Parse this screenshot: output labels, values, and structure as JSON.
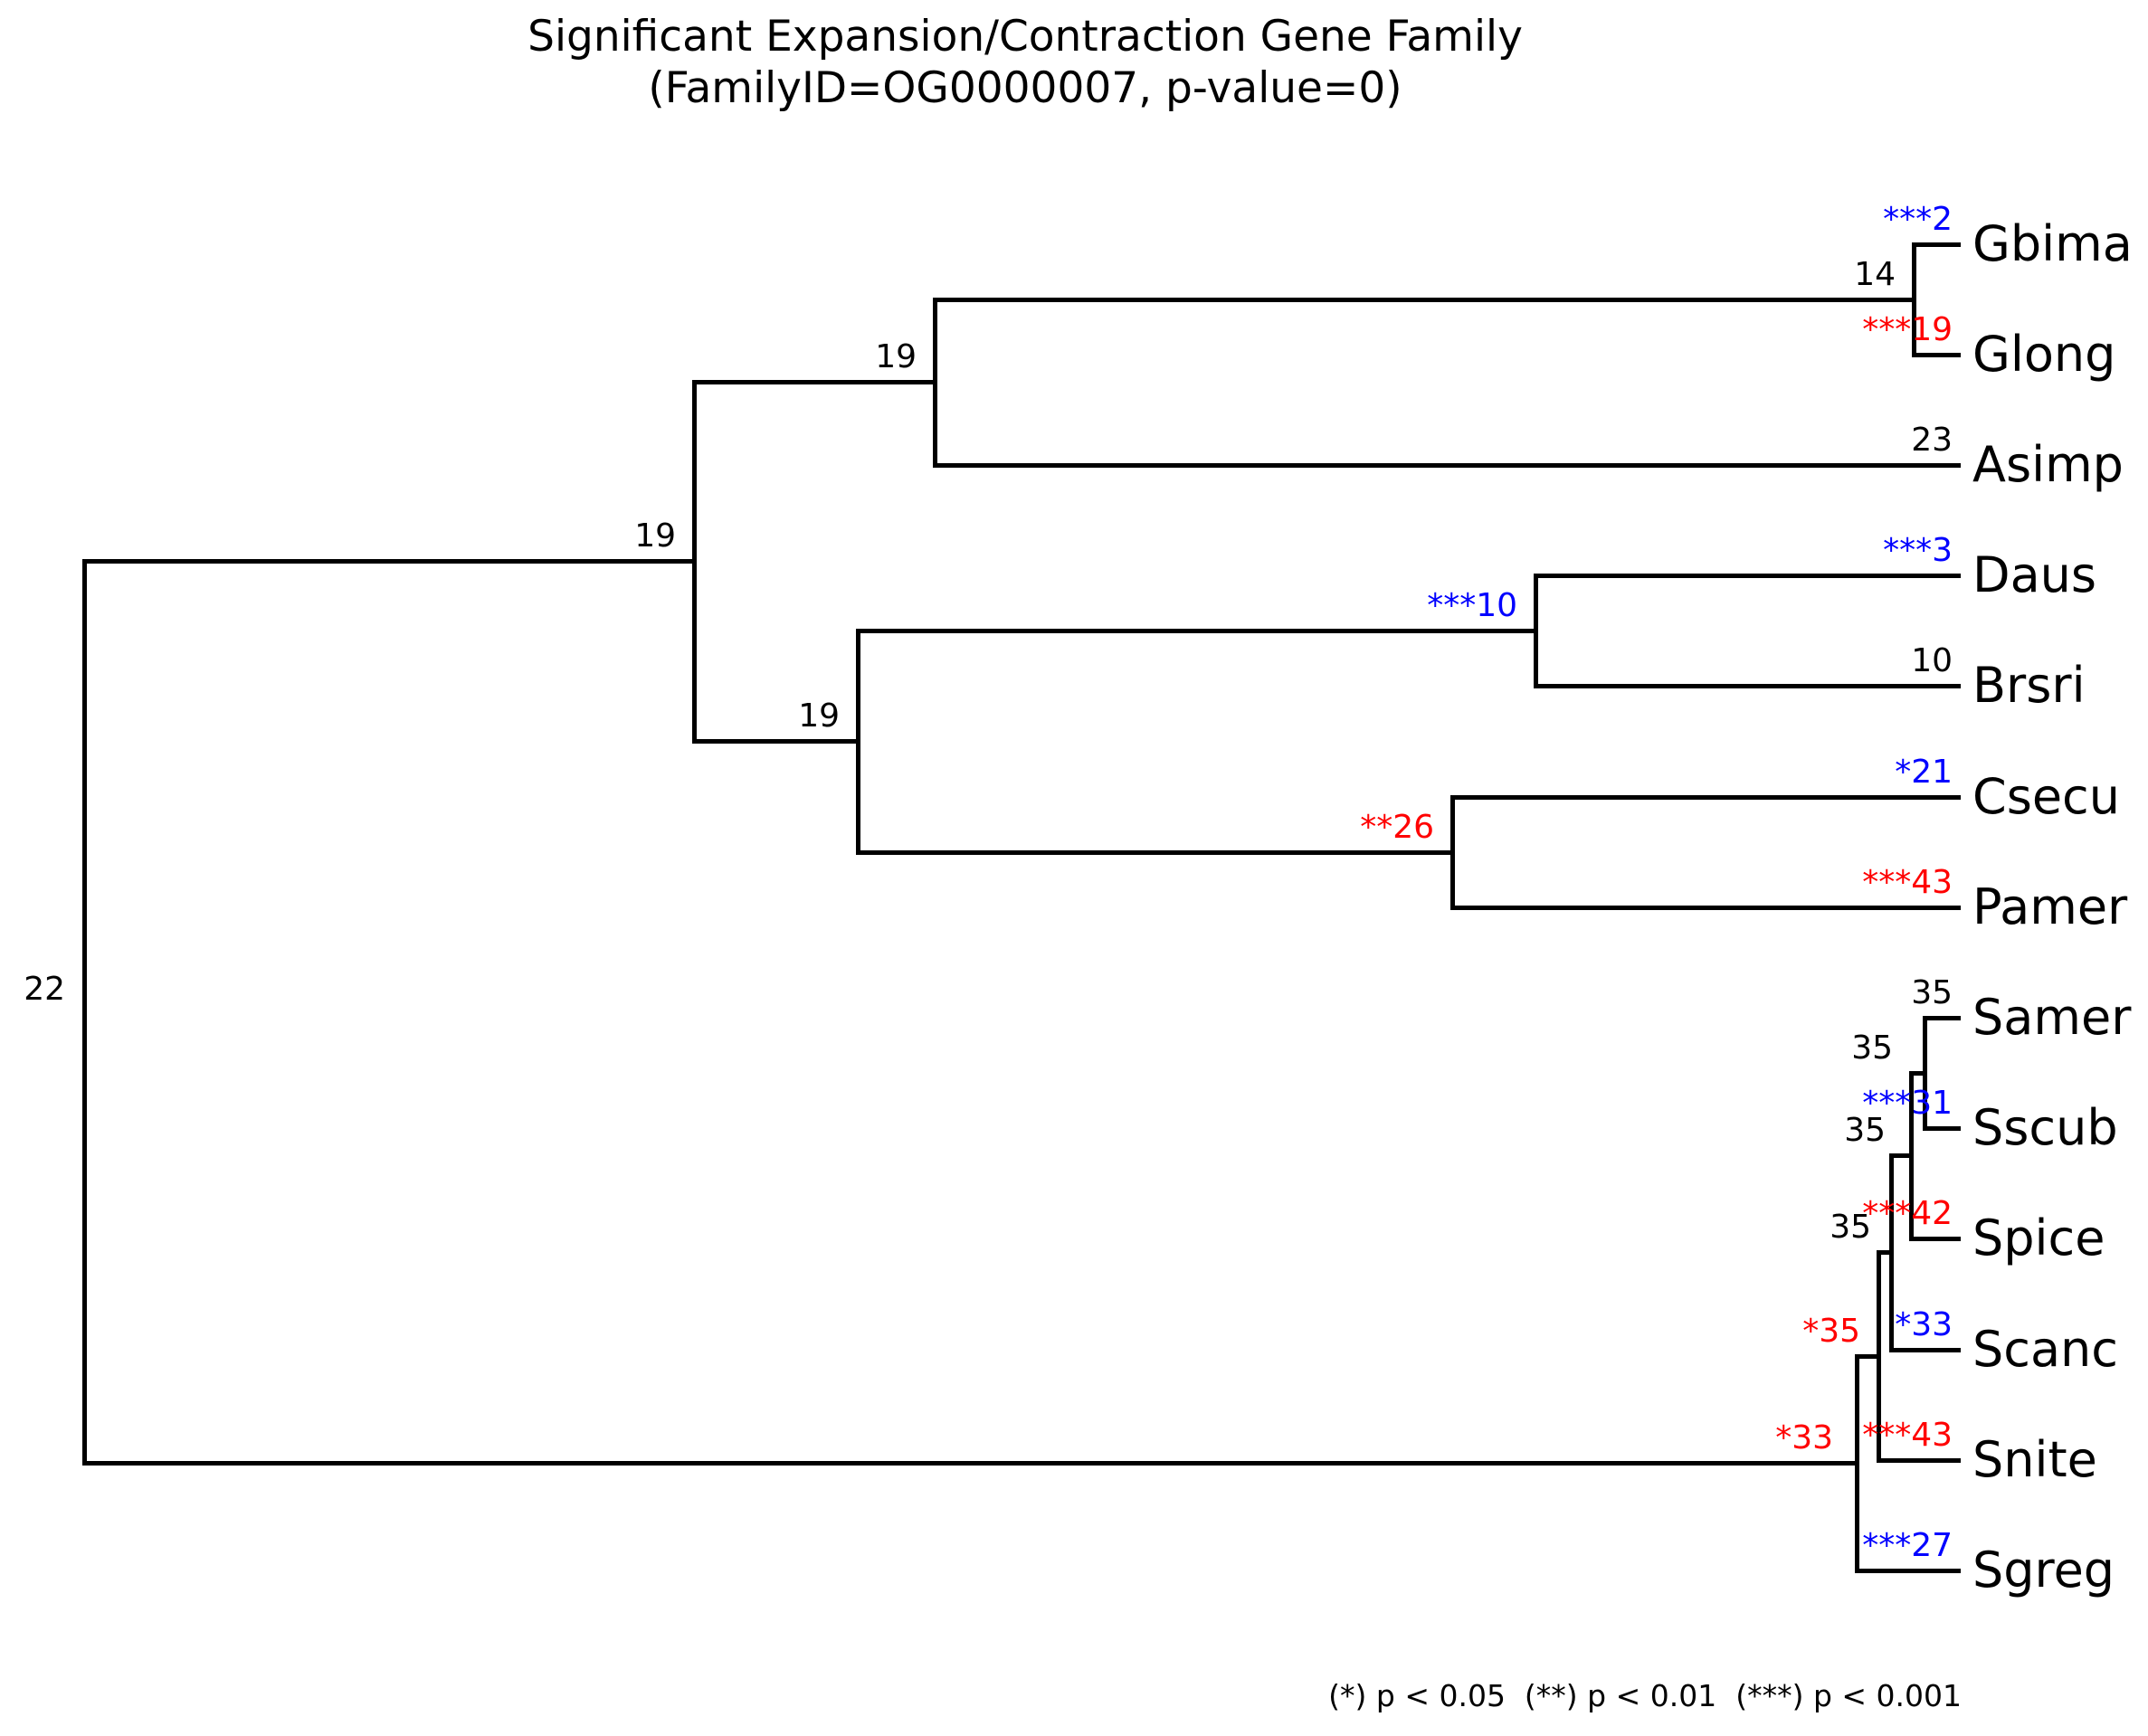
{
  "title": {
    "line1": "Significant Expansion/Contraction Gene Family",
    "line2": "(FamilyID=OG0000007, p-value=0)"
  },
  "legend": "(*) p < 0.05  (**) p < 0.01  (***) p < 0.001",
  "colors": {
    "expansion": "#ff0000",
    "contraction": "#0000ff",
    "neutral": "#000000"
  },
  "chart_data": {
    "type": "dendrogram",
    "title": "Significant Expansion/Contraction Gene Family",
    "subtitle": "(FamilyID=OG0000007, p-value=0)",
    "family_id": "OG0000007",
    "p_value": 0,
    "orientation": "right-facing ultrametric cladogram, tips aligned right",
    "legend_position": "bottom-right",
    "significance_legend": "(*) p < 0.05  (**) p < 0.01  (***) p < 0.001",
    "color_coding": {
      "red": "significant expansion",
      "blue": "significant contraction",
      "black": "not significant"
    },
    "newick": "((((Gbima,Glong)14,Asimp)19,((Daus,Brsri)10,(Csecu,Pamer)26)19)19,(((((Samer,Sscub)35,Spice)35,Scanc)35,Snite)35,Sgreg)33)22",
    "tips": [
      {
        "name": "Gbima",
        "count": 2,
        "label": "***2",
        "significance": "***",
        "color": "blue"
      },
      {
        "name": "Glong",
        "count": 19,
        "label": "***19",
        "significance": "***",
        "color": "red"
      },
      {
        "name": "Asimp",
        "count": 23,
        "label": "23",
        "significance": "",
        "color": "black"
      },
      {
        "name": "Daus",
        "count": 3,
        "label": "***3",
        "significance": "***",
        "color": "blue"
      },
      {
        "name": "Brsri",
        "count": 10,
        "label": "10",
        "significance": "",
        "color": "black"
      },
      {
        "name": "Csecu",
        "count": 21,
        "label": "*21",
        "significance": "*",
        "color": "blue"
      },
      {
        "name": "Pamer",
        "count": 43,
        "label": "***43",
        "significance": "***",
        "color": "red"
      },
      {
        "name": "Samer",
        "count": 35,
        "label": "35",
        "significance": "",
        "color": "black"
      },
      {
        "name": "Sscub",
        "count": 31,
        "label": "***31",
        "significance": "***",
        "color": "blue"
      },
      {
        "name": "Spice",
        "count": 42,
        "label": "***42",
        "significance": "***",
        "color": "red"
      },
      {
        "name": "Scanc",
        "count": 33,
        "label": "*33",
        "significance": "*",
        "color": "blue"
      },
      {
        "name": "Snite",
        "count": 43,
        "label": "***43",
        "significance": "***",
        "color": "red"
      },
      {
        "name": "Sgreg",
        "count": 27,
        "label": "***27",
        "significance": "***",
        "color": "blue"
      }
    ],
    "internal_nodes": [
      {
        "clade": "root (all 13 species)",
        "count": 22,
        "label": "22",
        "significance": "",
        "color": "black"
      },
      {
        "clade": "(((Gbima,Glong),Asimp),((Daus,Brsri),(Csecu,Pamer)))",
        "count": 19,
        "label": "19",
        "significance": "",
        "color": "black"
      },
      {
        "clade": "((Gbima,Glong),Asimp)",
        "count": 19,
        "label": "19",
        "significance": "",
        "color": "black"
      },
      {
        "clade": "(Gbima,Glong)",
        "count": 14,
        "label": "14",
        "significance": "",
        "color": "black"
      },
      {
        "clade": "((Daus,Brsri),(Csecu,Pamer))",
        "count": 19,
        "label": "19",
        "significance": "",
        "color": "black"
      },
      {
        "clade": "(Daus,Brsri)",
        "count": 10,
        "label": "***10",
        "significance": "***",
        "color": "blue"
      },
      {
        "clade": "(Csecu,Pamer)",
        "count": 26,
        "label": "**26",
        "significance": "**",
        "color": "red"
      },
      {
        "clade": "(Samer,Sscub)",
        "count": 35,
        "label": "35",
        "significance": "",
        "color": "black"
      },
      {
        "clade": "((Samer,Sscub),Spice)",
        "count": 35,
        "label": "35",
        "significance": "",
        "color": "black"
      },
      {
        "clade": "(((Samer,Sscub),Spice),Scanc)",
        "count": 35,
        "label": "35",
        "significance": "",
        "color": "black"
      },
      {
        "clade": "((((Samer,Sscub),Spice),Scanc),Snite)",
        "count": 35,
        "label": "*35",
        "significance": "*",
        "color": "red"
      },
      {
        "clade": "(((((Samer,Sscub),Spice),Scanc),Snite),Sgreg)",
        "count": 33,
        "label": "*33",
        "significance": "*",
        "color": "red"
      }
    ]
  }
}
